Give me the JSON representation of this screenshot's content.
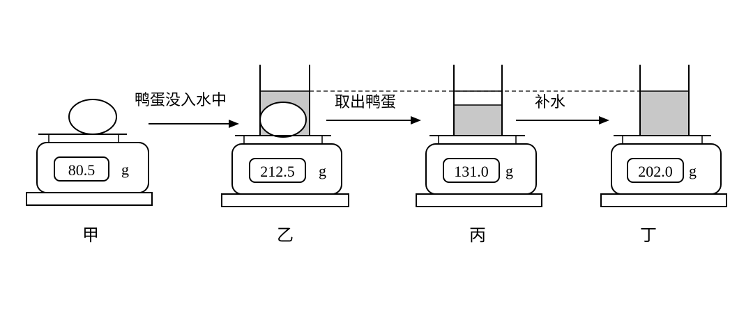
{
  "stations": [
    {
      "label": "甲",
      "reading": "80.5",
      "unit": "g",
      "content": "duck egg on scale"
    },
    {
      "label": "乙",
      "reading": "212.5",
      "unit": "g",
      "content": "duck egg submerged in water in beaker"
    },
    {
      "label": "丙",
      "reading": "131.0",
      "unit": "g",
      "content": "beaker with lowered water level"
    },
    {
      "label": "丁",
      "reading": "202.0",
      "unit": "g",
      "content": "beaker refilled to mark"
    }
  ],
  "steps": [
    {
      "text": "鸭蛋没入水中"
    },
    {
      "text": "取出鸭蛋"
    },
    {
      "text": "补水"
    }
  ],
  "colors": {
    "water": "#c8c8c8",
    "stroke": "#000000",
    "background": "#ffffff"
  }
}
